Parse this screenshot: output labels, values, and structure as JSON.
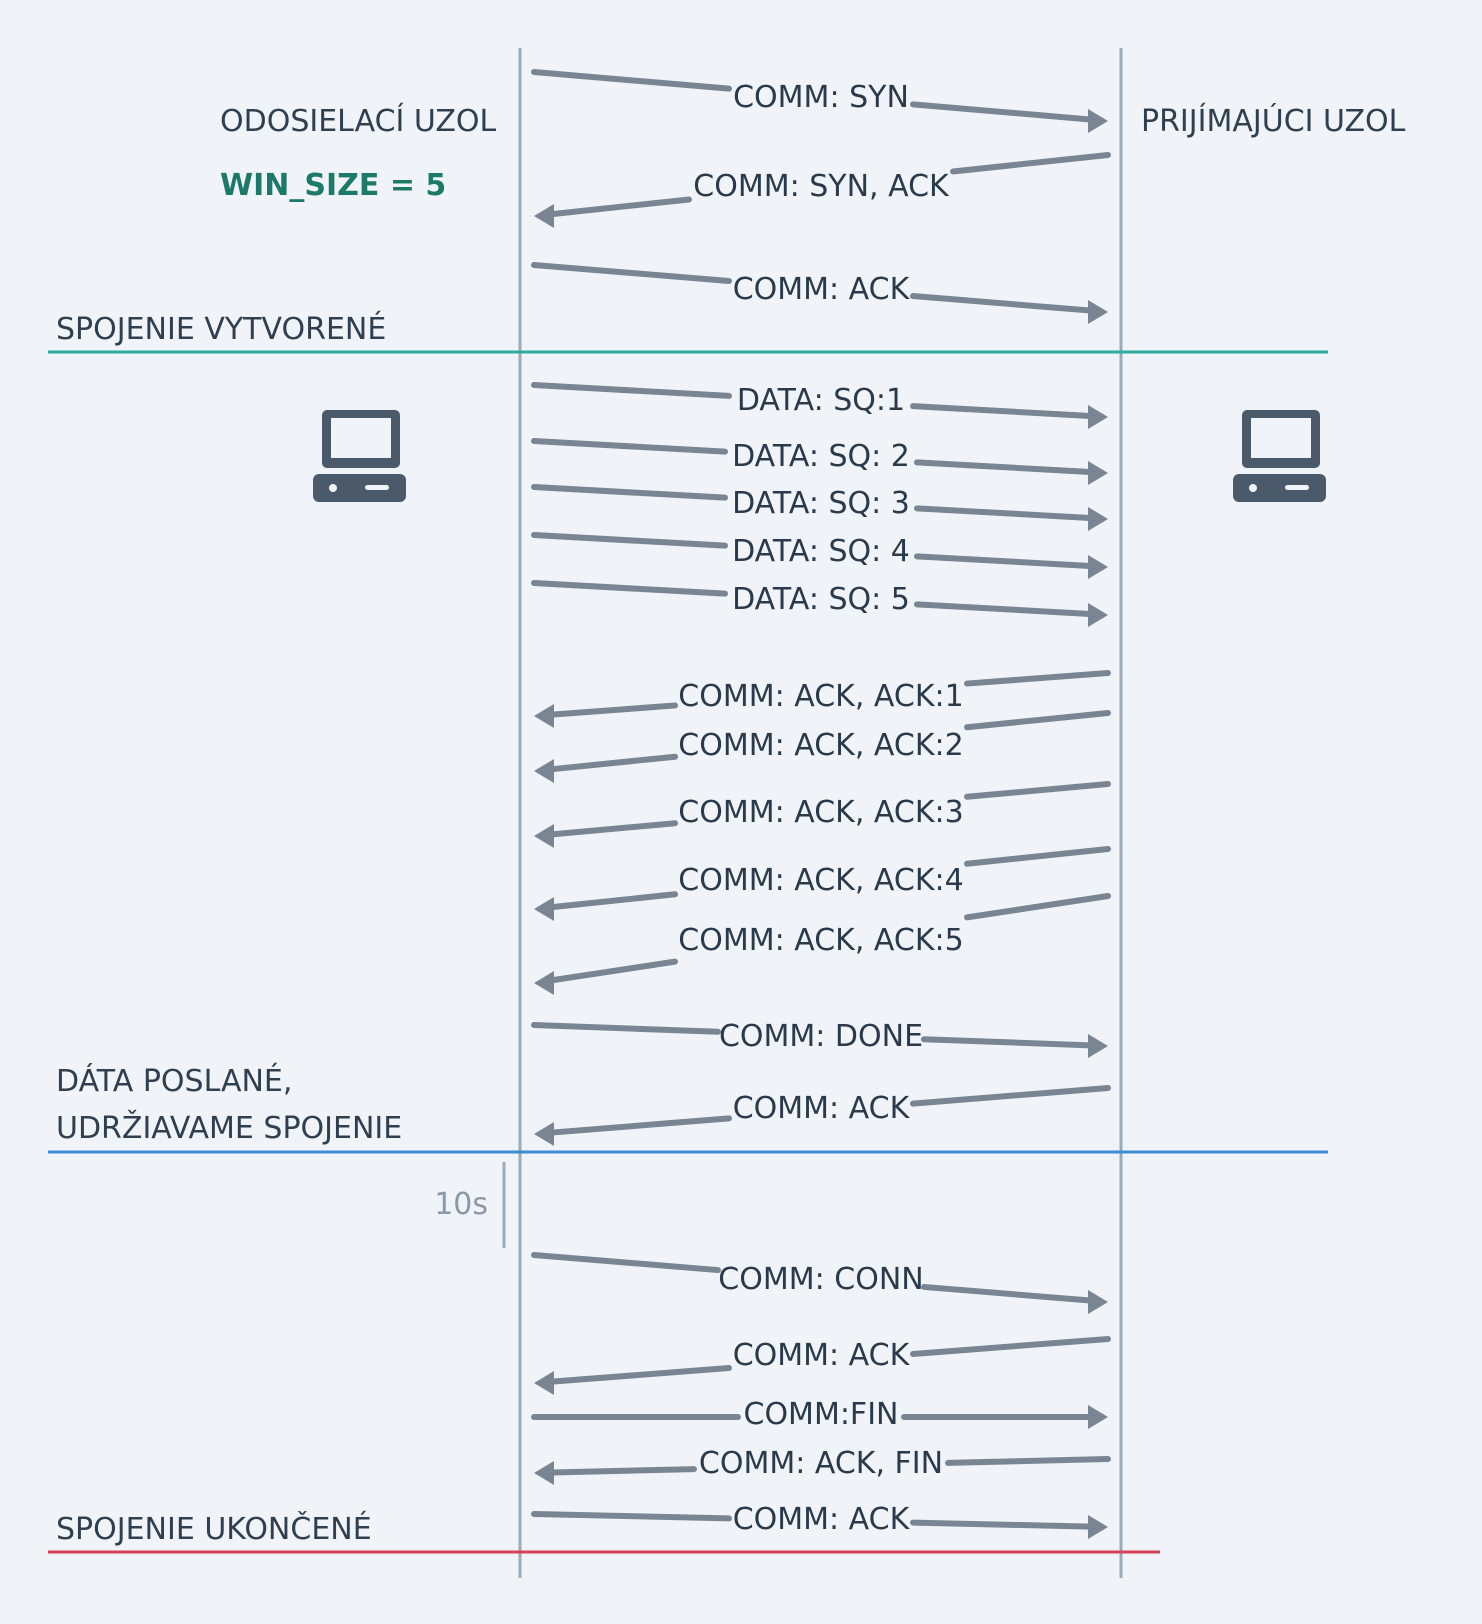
{
  "nodes": {
    "sender": "ODOSIELACÍ UZOL",
    "receiver": "PRIJÍMAJÚCI UZOL"
  },
  "window_size": "WIN_SIZE = 5",
  "phases": {
    "established": "SPOJENIE VYTVORENÉ",
    "data_sent_line1": "DÁTA POSLANÉ,",
    "data_sent_line2": "UDRŽIAVAME SPOJENIE",
    "terminated": "SPOJENIE UKONČENÉ"
  },
  "keepalive_interval": "10s",
  "colors": {
    "established_line": "#2aaea0",
    "keepalive_line": "#3a8ed8",
    "terminated_line": "#d8405a",
    "lifeline": "#9aaab8",
    "arrow": "#7a8593",
    "computer_icon": "#4a5a6a",
    "highlight_text": "#1e7a68"
  },
  "icons": {
    "sender": "computer-icon",
    "receiver": "computer-icon"
  },
  "messages": [
    {
      "label": "COMM: SYN",
      "direction": "to-receiver"
    },
    {
      "label": "COMM: SYN, ACK",
      "direction": "to-sender"
    },
    {
      "label": "COMM: ACK",
      "direction": "to-receiver"
    },
    {
      "label": "DATA: SQ:1",
      "direction": "to-receiver"
    },
    {
      "label": "DATA: SQ: 2",
      "direction": "to-receiver"
    },
    {
      "label": "DATA: SQ: 3",
      "direction": "to-receiver"
    },
    {
      "label": "DATA: SQ: 4",
      "direction": "to-receiver"
    },
    {
      "label": "DATA: SQ: 5",
      "direction": "to-receiver"
    },
    {
      "label": "COMM: ACK, ACK:1",
      "direction": "to-sender"
    },
    {
      "label": "COMM: ACK, ACK:2",
      "direction": "to-sender"
    },
    {
      "label": "COMM: ACK, ACK:3",
      "direction": "to-sender"
    },
    {
      "label": "COMM: ACK, ACK:4",
      "direction": "to-sender"
    },
    {
      "label": "COMM: ACK, ACK:5",
      "direction": "to-sender"
    },
    {
      "label": "COMM: DONE",
      "direction": "to-receiver"
    },
    {
      "label": "COMM: ACK",
      "direction": "to-sender"
    },
    {
      "label": "COMM: CONN",
      "direction": "to-receiver"
    },
    {
      "label": "COMM: ACK",
      "direction": "to-sender"
    },
    {
      "label": "COMM:FIN",
      "direction": "to-receiver"
    },
    {
      "label": "COMM: ACK, FIN",
      "direction": "to-sender"
    },
    {
      "label": "COMM: ACK",
      "direction": "to-receiver"
    }
  ]
}
